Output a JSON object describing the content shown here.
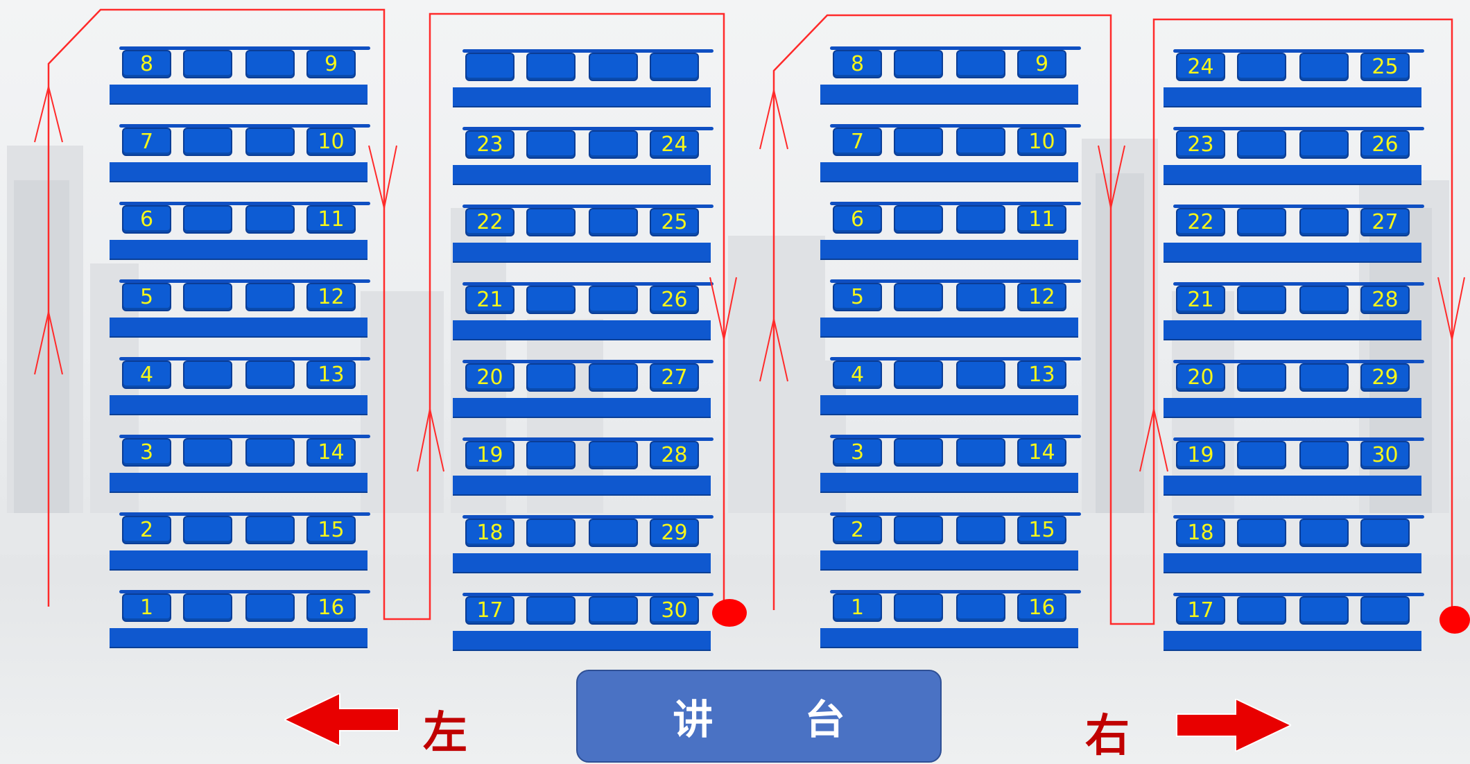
{
  "podium": {
    "label": "讲 台"
  },
  "directions": {
    "left": "左",
    "right": "右"
  },
  "colors": {
    "seat": "#0d5cd4",
    "seat_number": "#f6f61a",
    "route_line": "#ff2a2a",
    "direction_arrow": "#e80000",
    "podium": "#4a72c4"
  },
  "blocks": [
    {
      "name": "block-1",
      "rows": [
        [
          "8",
          "",
          "",
          "9"
        ],
        [
          "7",
          "",
          "",
          "10"
        ],
        [
          "6",
          "",
          "",
          "11"
        ],
        [
          "5",
          "",
          "",
          "12"
        ],
        [
          "4",
          "",
          "",
          "13"
        ],
        [
          "3",
          "",
          "",
          "14"
        ],
        [
          "2",
          "",
          "",
          "15"
        ],
        [
          "1",
          "",
          "",
          "16"
        ]
      ]
    },
    {
      "name": "block-2",
      "rows": [
        [
          "",
          "",
          "",
          ""
        ],
        [
          "23",
          "",
          "",
          "24"
        ],
        [
          "22",
          "",
          "",
          "25"
        ],
        [
          "21",
          "",
          "",
          "26"
        ],
        [
          "20",
          "",
          "",
          "27"
        ],
        [
          "19",
          "",
          "",
          "28"
        ],
        [
          "18",
          "",
          "",
          "29"
        ],
        [
          "17",
          "",
          "",
          "30"
        ]
      ]
    },
    {
      "name": "block-3",
      "rows": [
        [
          "8",
          "",
          "",
          "9"
        ],
        [
          "7",
          "",
          "",
          "10"
        ],
        [
          "6",
          "",
          "",
          "11"
        ],
        [
          "5",
          "",
          "",
          "12"
        ],
        [
          "4",
          "",
          "",
          "13"
        ],
        [
          "3",
          "",
          "",
          "14"
        ],
        [
          "2",
          "",
          "",
          "15"
        ],
        [
          "1",
          "",
          "",
          "16"
        ]
      ]
    },
    {
      "name": "block-4",
      "rows": [
        [
          "24",
          "",
          "",
          "25"
        ],
        [
          "23",
          "",
          "",
          "26"
        ],
        [
          "22",
          "",
          "",
          "27"
        ],
        [
          "21",
          "",
          "",
          "28"
        ],
        [
          "20",
          "",
          "",
          "29"
        ],
        [
          "19",
          "",
          "",
          "30"
        ],
        [
          "18",
          "",
          "",
          ""
        ],
        [
          "17",
          "",
          "",
          ""
        ]
      ]
    }
  ]
}
